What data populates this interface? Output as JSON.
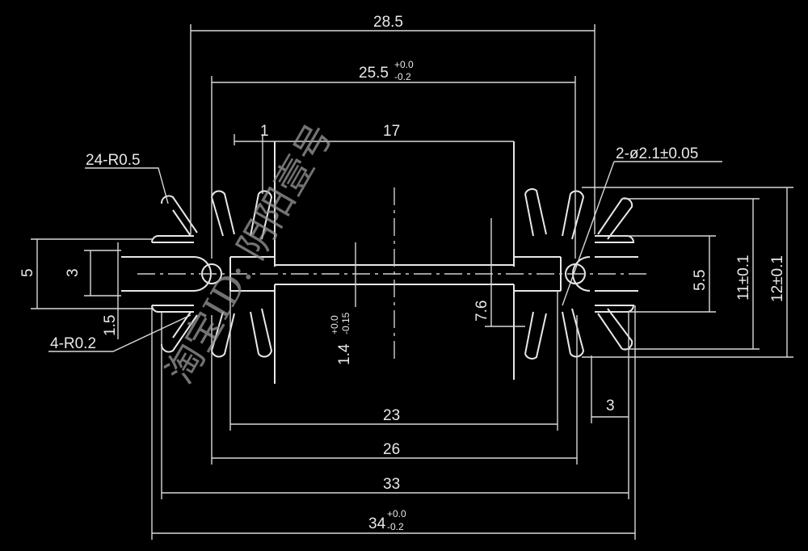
{
  "dimensions": {
    "top_width": "28.5",
    "inner_width": "25.5",
    "inner_width_tol_plus": "+0.0",
    "inner_width_tol_minus": "-0.2",
    "slot_width": "17",
    "wall": "1",
    "hole_callout": "2-ø2.1±0.05",
    "fin_radius": "24-R0.5",
    "root_radius": "4-R0.2",
    "left_5": "5",
    "left_3": "3",
    "left_1_5": "1.5",
    "base_thickness": "1.4",
    "base_tol_plus": "+0.0",
    "base_tol_minus": "-0.15",
    "height_7_6": "7.6",
    "right_5_5": "5.5",
    "right_11": "11±0.1",
    "right_12": "12±0.1",
    "right_3": "3",
    "bottom_23": "23",
    "bottom_26": "26",
    "bottom_33": "33",
    "overall": "34",
    "overall_tol_plus": "+0.0",
    "overall_tol_minus": "-0.2"
  },
  "watermark": "淘宝ID: 阴阳壹号",
  "colors": {
    "background": "#000000",
    "line": "#e8e8e8"
  }
}
